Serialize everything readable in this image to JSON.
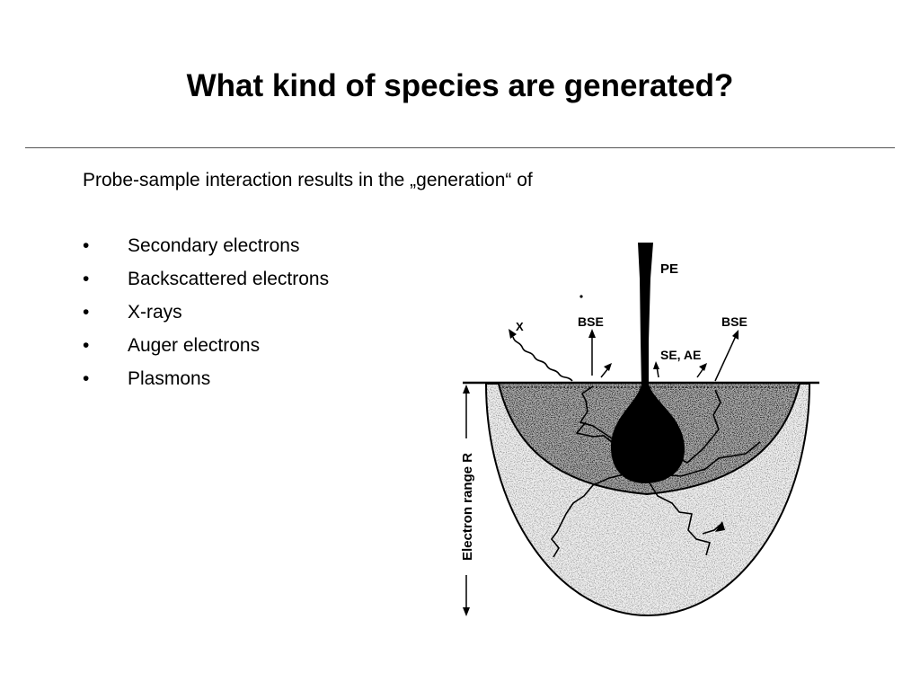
{
  "slide": {
    "title": "What kind of species are generated?",
    "intro": "Probe-sample interaction results in the „generation“ of",
    "bullet_marker": "•",
    "bullets": [
      "Secondary electrons",
      "Backscattered electrons",
      "X-rays",
      "Auger electrons",
      "Plasmons"
    ]
  },
  "diagram": {
    "labels": {
      "pe": "PE",
      "bse_left": "BSE",
      "bse_right": "BSE",
      "se_ae": "SE, AE",
      "x": "X",
      "electron_range": "Electron range R"
    }
  }
}
